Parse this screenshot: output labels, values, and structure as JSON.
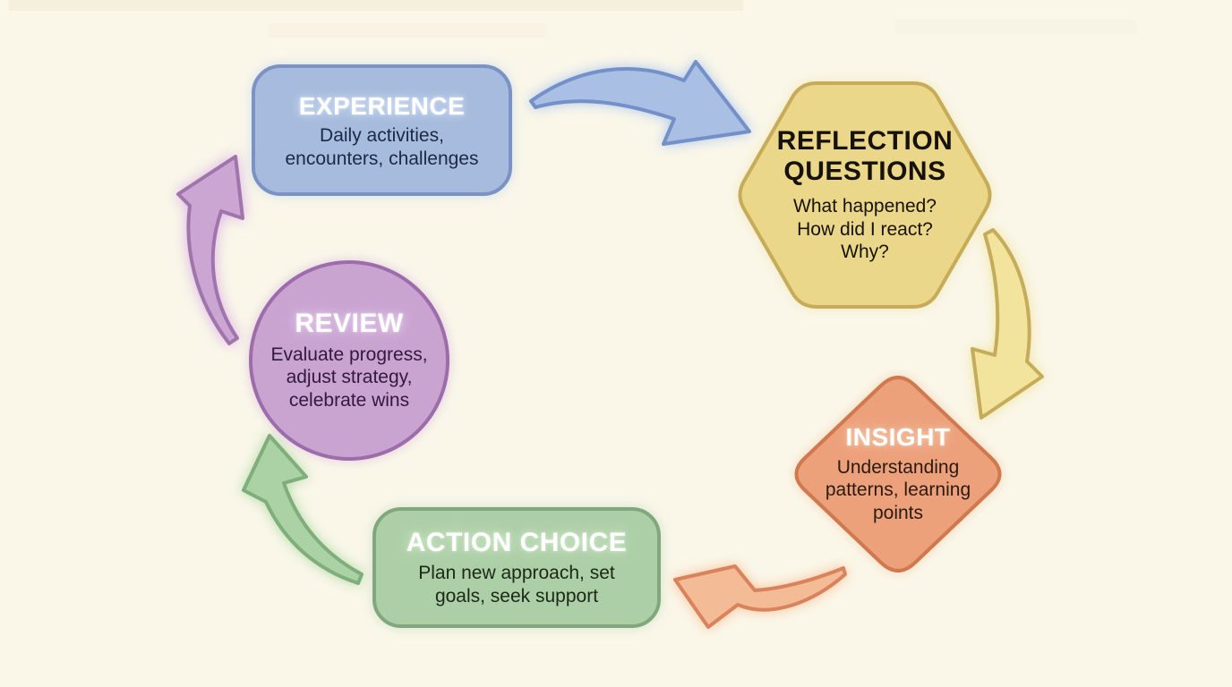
{
  "background_color": "#faf7e9",
  "diagram": {
    "type": "cycle",
    "nodes": [
      {
        "id": "experience",
        "shape": "rounded-rectangle",
        "title": "EXPERIENCE",
        "body": "Daily activities,\nencounters, challenges",
        "fill": "#a6bbdd",
        "border": "#7b93c3",
        "title_color": "#ffffff",
        "body_color": "#1c2945",
        "glow": "#dbe6f8"
      },
      {
        "id": "reflection-questions",
        "shape": "hexagon",
        "title": "REFLECTION\nQUESTIONS",
        "body": "What happened?\nHow did I react?\nWhy?",
        "fill": "#ebd78a",
        "border": "#c6ab58",
        "title_color": "#171208",
        "body_color": "#171208",
        "glow": "#f2e5af"
      },
      {
        "id": "insight",
        "shape": "diamond",
        "title": "INSIGHT",
        "body": "Understanding\npatterns, learning\npoints",
        "fill": "#eca17b",
        "border": "#d0794e",
        "title_color": "#ffffff",
        "body_color": "#2a1a10",
        "glow": "#f6cdb2"
      },
      {
        "id": "action-choice",
        "shape": "rounded-rectangle",
        "title": "ACTION CHOICE",
        "body": "Plan new approach, set\ngoals, seek support",
        "fill": "#adcfa7",
        "border": "#81a87c",
        "title_color": "#ffffff",
        "body_color": "#1b2815",
        "glow": "#d5ecce"
      },
      {
        "id": "review",
        "shape": "circle",
        "title": "REVIEW",
        "body": "Evaluate progress,\nadjust strategy,\ncelebrate wins",
        "fill": "#c9a4d1",
        "border": "#9d6cab",
        "title_color": "#ffffff",
        "body_color": "#33193d",
        "glow": "#e9d4f0"
      }
    ],
    "arrows": [
      {
        "id": "experience-to-reflection",
        "from": "experience",
        "to": "reflection-questions",
        "fill": "#a9bfe3",
        "stroke": "#7490c8"
      },
      {
        "id": "reflection-to-insight",
        "from": "reflection-questions",
        "to": "insight",
        "fill": "#f2e49c",
        "stroke": "#c5ac5a"
      },
      {
        "id": "insight-to-action",
        "from": "insight",
        "to": "action-choice",
        "fill": "#f4bb97",
        "stroke": "#d9835c"
      },
      {
        "id": "action-to-review",
        "from": "action-choice",
        "to": "review",
        "fill": "#abd2a4",
        "stroke": "#7fae7a"
      },
      {
        "id": "review-to-experience",
        "from": "review",
        "to": "experience",
        "fill": "#cba6d3",
        "stroke": "#a074ad"
      }
    ]
  }
}
